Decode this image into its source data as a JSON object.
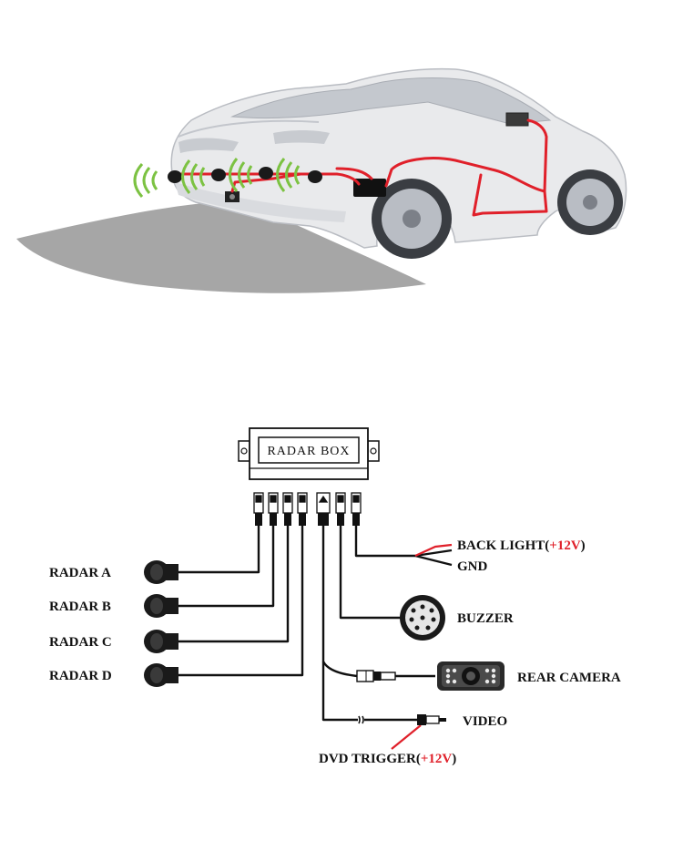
{
  "diagram": {
    "radar_box": "RADAR BOX",
    "left_labels": [
      "RADAR A",
      "RADAR B",
      "RADAR C",
      "RADAR D"
    ],
    "back_light_prefix": "BACK LIGHT(",
    "back_light_voltage": "+12V",
    "back_light_suffix": ")",
    "gnd": "GND",
    "buzzer": "BUZZER",
    "rear_camera": "REAR CAMERA",
    "video": "VIDEO",
    "dvd_prefix": "DVD TRIGGER(",
    "dvd_voltage": "+12V",
    "dvd_suffix": ")"
  },
  "colors": {
    "wire_red": "#e0202a",
    "signal_green": "#7cc242",
    "sensor_black": "#1a1a1a",
    "coverage_gray": "#a6a6a6",
    "car_body": "#e9eaec",
    "voltage_red": "#e0202a"
  }
}
